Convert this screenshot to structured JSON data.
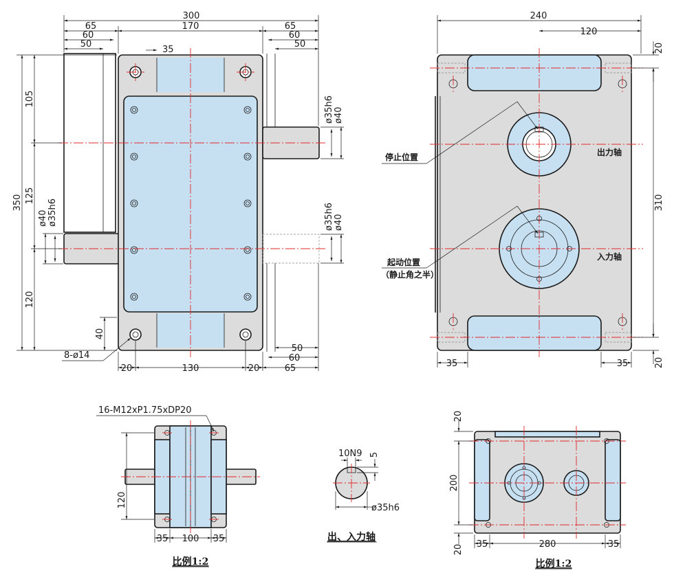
{
  "front_view": {
    "dims": {
      "total_width": "300",
      "left_65": "65",
      "left_60": "60",
      "left_50": "50",
      "center_170": "170",
      "right_65": "65",
      "right_60": "60",
      "right_50": "50",
      "top_35": "35",
      "height_350": "350",
      "height_105": "105",
      "height_125": "125",
      "height_120": "120",
      "shaft_d40_left": "ø40",
      "shaft_d35h6_left": "ø35h6",
      "shaft_d35h6_upper": "ø35h6",
      "shaft_d40_upper": "ø40",
      "shaft_d35h6_lower": "ø35h6",
      "shaft_d40_lower": "ø40",
      "base_40": "40",
      "holes": "8-ø14",
      "bottom_20_left": "20",
      "bottom_130": "130",
      "bottom_20_right": "20",
      "bottom_65": "65",
      "bottom_60": "60",
      "bottom_50": "50"
    }
  },
  "side_view": {
    "dims": {
      "width_240": "240",
      "half_120": "120",
      "top_20": "20",
      "height_310": "310",
      "bottom_20": "20",
      "left_35": "35",
      "right_35": "35"
    },
    "labels": {
      "stop_position": "停止位置",
      "output_shaft": "出力轴",
      "start_position": "起动位置",
      "start_note": "（静止角之半）",
      "input_shaft": "入力轴"
    }
  },
  "top_view": {
    "dims": {
      "tapped_holes": "16-M12xP1.75xDP20",
      "height_120": "120",
      "left_35": "35",
      "mid_100": "100",
      "right_35": "35"
    },
    "scale": "比例1:2"
  },
  "shaft_section": {
    "dims": {
      "keyway": "10N9",
      "depth_5": "5",
      "dia": "ø35h6"
    },
    "caption": "出、入力轴"
  },
  "bottom_view": {
    "dims": {
      "top_20": "20",
      "height_200": "200",
      "bottom_20": "20",
      "left_35": "35",
      "width_280": "280",
      "right_35": "35"
    },
    "scale": "比例1:2"
  }
}
